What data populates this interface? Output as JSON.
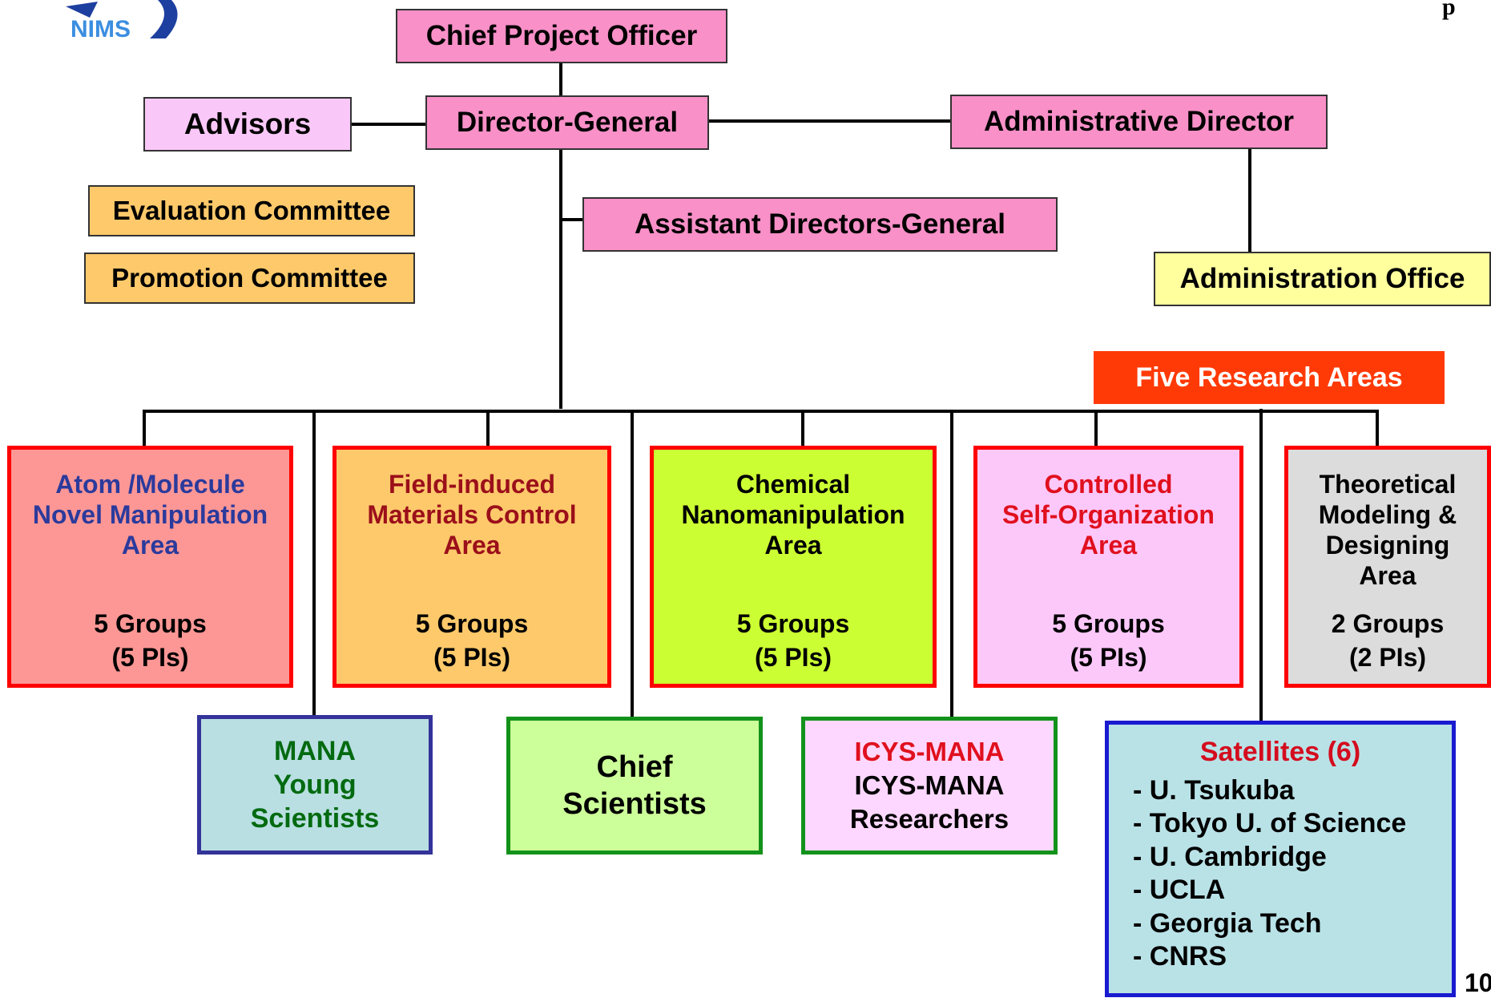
{
  "logo": {
    "text": "NIMS"
  },
  "corner_text": "p",
  "page_number": "10",
  "top": {
    "chief_project_officer": "Chief Project Officer",
    "director_general": "Director-General",
    "advisors": "Advisors",
    "administrative_director": "Administrative Director",
    "assistant_directors_general": "Assistant Directors-General",
    "evaluation_committee": "Evaluation Committee",
    "promotion_committee": "Promotion Committee",
    "administration_office": "Administration Office",
    "five_research_areas": "Five Research Areas"
  },
  "areas": [
    {
      "lines": [
        "Atom /Molecule",
        "Novel Manipulation",
        "Area"
      ],
      "groups": "5 Groups",
      "pis": "(5 PIs)",
      "title_color": "#2b3a9c",
      "bg": "#fc9795"
    },
    {
      "lines": [
        "Field-induced",
        "Materials Control",
        "Area"
      ],
      "groups": "5 Groups",
      "pis": "(5 PIs)",
      "title_color": "#9b0f1a",
      "bg": "#fdc96b"
    },
    {
      "lines": [
        "Chemical",
        "Nanomanipulation",
        "Area"
      ],
      "groups": "5 Groups",
      "pis": "(5 PIs)",
      "title_color": "#000000",
      "bg": "#ccff33"
    },
    {
      "lines": [
        "Controlled",
        "Self-Organization",
        "Area"
      ],
      "groups": "5 Groups",
      "pis": "(5 PIs)",
      "title_color": "#e0101e",
      "bg": "#fcc8fa"
    },
    {
      "lines": [
        "Theoretical",
        "Modeling &",
        "Designing",
        "Area"
      ],
      "groups": "2 Groups",
      "pis": "(2 PIs)",
      "title_color": "#000000",
      "bg": "#dcdcdc"
    }
  ],
  "bottom": {
    "young": [
      "MANA",
      "Young",
      "Scientists"
    ],
    "chief": [
      "Chief",
      "Scientists"
    ],
    "icys": {
      "line1": "ICYS-MANA",
      "line2": "ICYS-MANA",
      "line3": "Researchers"
    },
    "satellites": {
      "title": "Satellites (6)",
      "items": [
        "- U. Tsukuba",
        "- Tokyo U. of Science",
        "- U. Cambridge",
        "- UCLA",
        "- Georgia Tech",
        "- CNRS"
      ]
    }
  }
}
